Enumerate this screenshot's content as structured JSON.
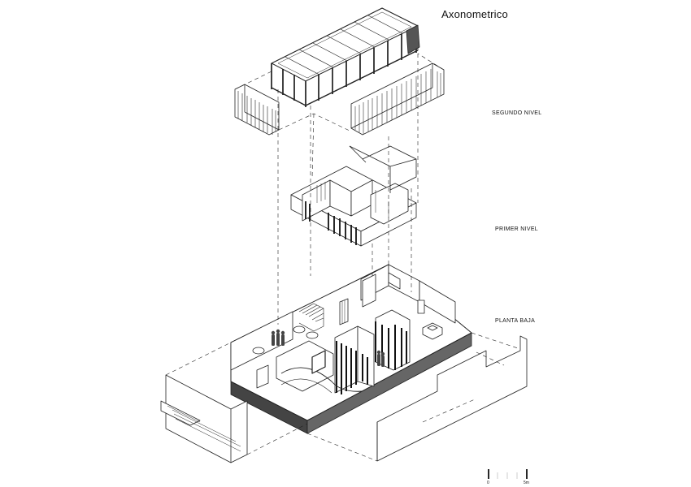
{
  "title": "Axonometrico",
  "levels": {
    "segundo": "SEGUNDO NIVEL",
    "primer": "PRIMER NIVEL",
    "planta_baja": "PLANTA BAJA"
  },
  "scale_bar": {
    "start": "0",
    "end": "5m"
  }
}
